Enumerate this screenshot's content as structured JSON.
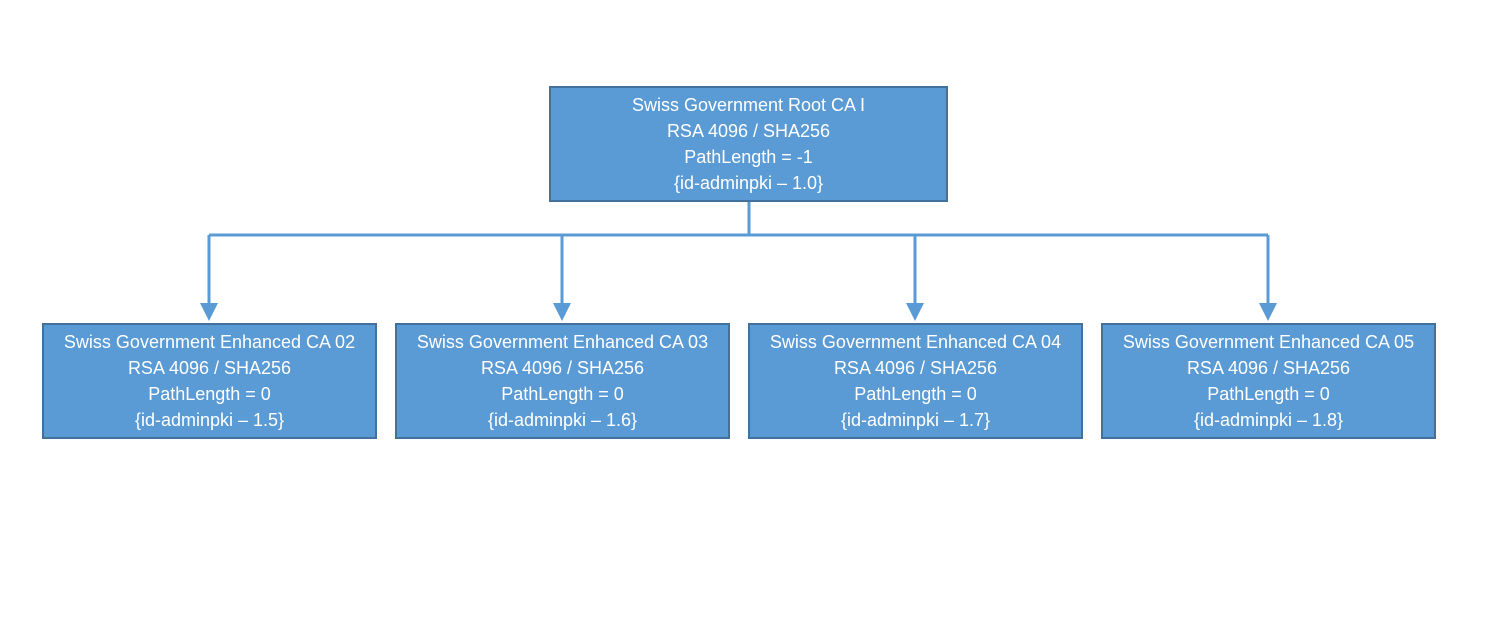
{
  "root": {
    "name": "Swiss Government Root CA I",
    "algorithm": "RSA 4096 / SHA256",
    "path_length": "PathLength = -1",
    "policy": "{id-adminpki – 1.0}"
  },
  "children": [
    {
      "name": "Swiss Government Enhanced CA 02",
      "algorithm": "RSA 4096 / SHA256",
      "path_length": "PathLength = 0",
      "policy": "{id-adminpki – 1.5}"
    },
    {
      "name": "Swiss Government Enhanced CA 03",
      "algorithm": "RSA 4096 / SHA256",
      "path_length": "PathLength = 0",
      "policy": "{id-adminpki – 1.6}"
    },
    {
      "name": "Swiss Government Enhanced CA 04",
      "algorithm": "RSA 4096 / SHA256",
      "path_length": "PathLength = 0",
      "policy": "{id-adminpki – 1.7}"
    },
    {
      "name": "Swiss Government Enhanced CA 05",
      "algorithm": "RSA 4096 / SHA256",
      "path_length": "PathLength = 0",
      "policy": "{id-adminpki – 1.8}"
    }
  ],
  "colors": {
    "box_fill": "#5b9bd5",
    "box_border": "#41719c",
    "connector": "#5b9bd5",
    "text": "#ffffff"
  }
}
